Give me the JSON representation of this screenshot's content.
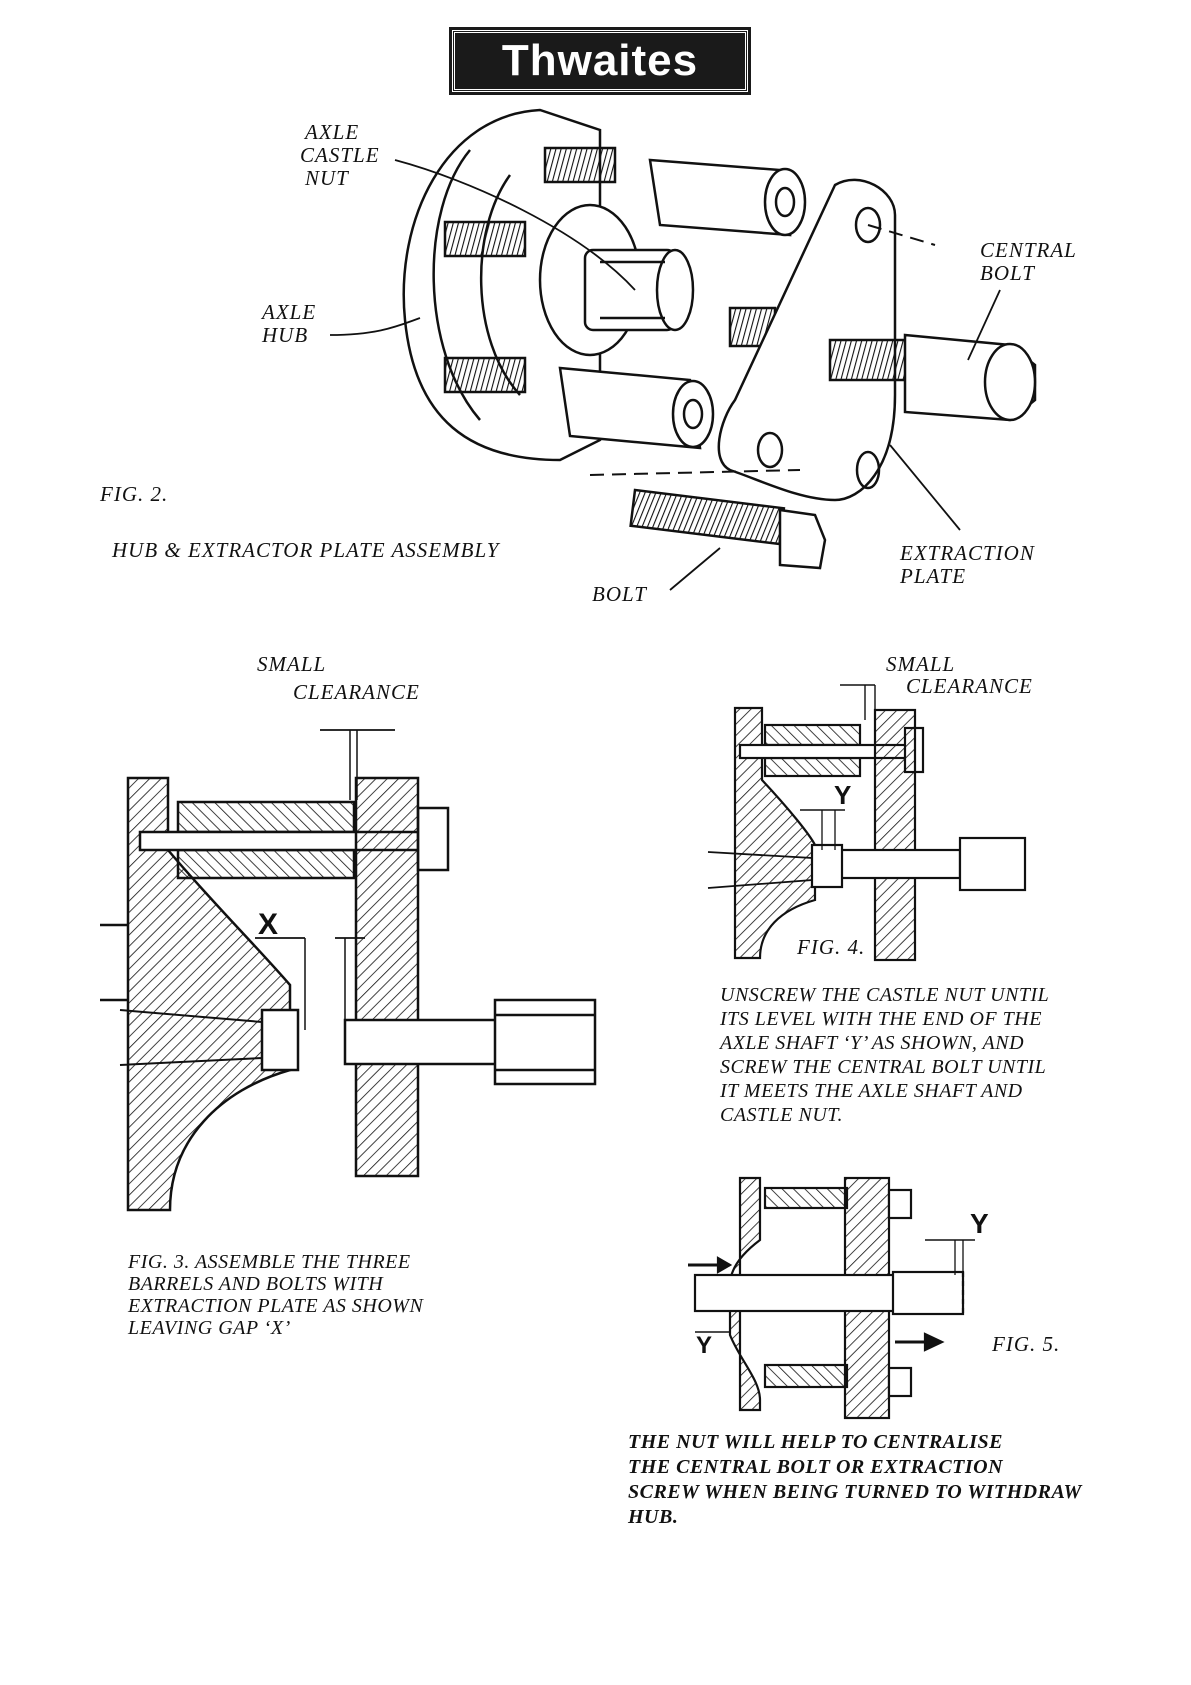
{
  "brand": {
    "logo_text": "Thwaites"
  },
  "fig2": {
    "caption": "FIG. 2.",
    "title": "HUB & EXTRACTOR PLATE ASSEMBLY",
    "labels": {
      "axle_castle_nut": [
        "AXLE",
        "CASTLE",
        "NUT"
      ],
      "axle_hub": [
        "AXLE",
        "HUB"
      ],
      "central_bolt": [
        "CENTRAL",
        "BOLT"
      ],
      "extraction_plate": [
        "EXTRACTION",
        "PLATE"
      ],
      "bolt": "BOLT"
    }
  },
  "fig3": {
    "label_small": "SMALL",
    "label_clearance": "CLEARANCE",
    "gap_marker": "X",
    "caption_lines": [
      "FIG. 3.  ASSEMBLE THE THREE",
      "BARRELS AND BOLTS WITH",
      "EXTRACTION PLATE AS SHOWN",
      "LEAVING GAP ‘X’"
    ]
  },
  "fig4": {
    "label_small": "SMALL",
    "label_clearance": "CLEARANCE",
    "gap_marker": "Y",
    "caption": "FIG. 4.",
    "instruction_lines": [
      "UNSCREW THE CASTLE NUT UNTIL",
      "ITS LEVEL WITH THE END OF THE",
      "AXLE SHAFT ‘Y’ AS SHOWN, AND",
      "SCREW THE CENTRAL BOLT UNTIL",
      "IT MEETS THE AXLE SHAFT AND",
      "CASTLE NUT."
    ]
  },
  "fig5": {
    "caption": "FIG. 5.",
    "marker_top": "Y",
    "marker_bottom": "Y",
    "instruction_lines": [
      "THE NUT WILL HELP TO CENTRALISE",
      "THE CENTRAL BOLT OR EXTRACTION",
      "SCREW WHEN BEING TURNED TO WITHDRAW",
      "HUB."
    ]
  }
}
